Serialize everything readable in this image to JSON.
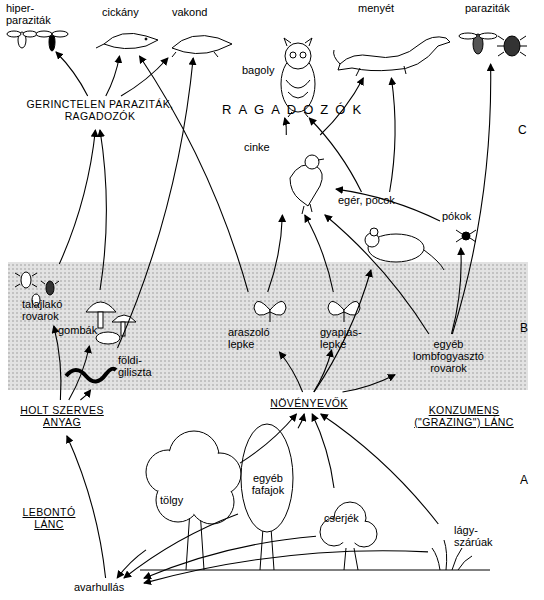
{
  "diagram": {
    "nodes": [
      {
        "text": [
          "hiper- paraziták"
        ]
      },
      {
        "text": [
          "cickány"
        ]
      },
      {
        "text": [
          "vakond"
        ]
      },
      {
        "text": [
          "bagoly"
        ]
      },
      {
        "text": [
          "menyét"
        ]
      },
      {
        "text": [
          "paraziták"
        ]
      },
      {
        "text": [
          "GERINCTELEN PARAZITÁK, RAGADOZÓK"
        ]
      },
      {
        "text": [
          "cinke"
        ]
      },
      {
        "text": [
          "egér, pocok"
        ]
      },
      {
        "text": [
          "pókok"
        ]
      },
      {
        "text": [
          "talajlakó rovarok"
        ]
      },
      {
        "text": [
          "gombák"
        ]
      },
      {
        "text": [
          "araszoló lepke"
        ]
      },
      {
        "text": [
          "gyapjas- lepke"
        ]
      },
      {
        "text": [
          "földi- giliszta"
        ]
      },
      {
        "text": [
          "egyéb lombfogyasztó rovarok"
        ]
      },
      {
        "text": [
          "HOLT SZERVES ANYAG"
        ]
      },
      {
        "text": [
          "NÖVÉNYEVŐK"
        ]
      },
      {
        "text": [
          "egyéb fafajok"
        ]
      },
      {
        "text": [
          "tölgy"
        ]
      },
      {
        "text": [
          "cserjék"
        ]
      },
      {
        "text": [
          "lágy- szárúak"
        ]
      },
      {
        "text": [
          "avarhullás"
        ]
      }
    ],
    "edges": [
      {
        "from": 22,
        "to": 16,
        "arrow": "to"
      },
      {
        "from": 16,
        "to": 10,
        "arrow": "to"
      },
      {
        "from": 16,
        "to": 11,
        "arrow": "to"
      },
      {
        "from": 16,
        "to": 14,
        "arrow": "to"
      },
      {
        "from": 10,
        "to": 6,
        "arrow": "to"
      },
      {
        "from": 11,
        "to": 6,
        "arrow": "to"
      },
      {
        "from": 14,
        "to": 2,
        "arrow": "to"
      },
      {
        "from": 6,
        "to": 0,
        "arrow": "to"
      },
      {
        "from": 6,
        "to": 1,
        "arrow": "to"
      },
      {
        "from": 6,
        "to": 2,
        "arrow": "to"
      },
      {
        "from": 17,
        "to": 12,
        "arrow": "to"
      },
      {
        "from": 17,
        "to": 13,
        "arrow": "to"
      },
      {
        "from": 17,
        "to": 15,
        "arrow": "to"
      },
      {
        "from": 17,
        "to": 8,
        "arrow": "to"
      },
      {
        "from": 12,
        "to": 7,
        "arrow": "to"
      },
      {
        "from": 12,
        "to": 1,
        "arrow": "to"
      },
      {
        "from": 13,
        "to": 7,
        "arrow": "to"
      },
      {
        "from": 15,
        "to": 7,
        "arrow": "to"
      },
      {
        "from": 15,
        "to": 9,
        "arrow": "to"
      },
      {
        "from": 15,
        "to": 5,
        "arrow": "to"
      },
      {
        "from": 9,
        "to": 7,
        "arrow": "to"
      },
      {
        "from": 8,
        "to": 3,
        "arrow": "to"
      },
      {
        "from": 8,
        "to": 4,
        "arrow": "to"
      },
      {
        "from": 7,
        "to": 3,
        "arrow": "to"
      },
      {
        "from": 7,
        "to": 4,
        "arrow": "to"
      },
      {
        "from": 19,
        "to": 17,
        "arrow": "to"
      },
      {
        "from": 18,
        "to": 17,
        "arrow": "to"
      },
      {
        "from": 20,
        "to": 17,
        "arrow": "to"
      },
      {
        "from": 21,
        "to": 17,
        "arrow": "to"
      },
      {
        "from": 19,
        "to": 22,
        "arrow": "to"
      },
      {
        "from": 18,
        "to": 22,
        "arrow": "to"
      },
      {
        "from": 20,
        "to": 22,
        "arrow": "to"
      },
      {
        "from": 21,
        "to": 22,
        "arrow": "to"
      }
    ],
    "labels": [
      "RAGADOZÓK",
      "C",
      "B",
      "KONZUMENS (\"GRAZING\") LÁNC",
      "A",
      "LEBONTÓ LÁNC"
    ]
  }
}
